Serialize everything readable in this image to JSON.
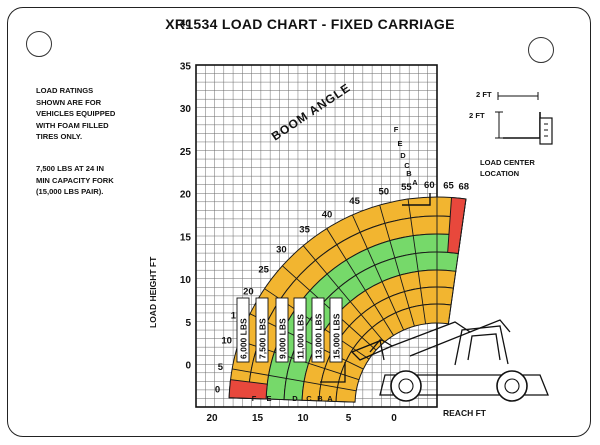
{
  "title": "XR1534  LOAD CHART - FIXED CARRIAGE",
  "notes": {
    "line1": "LOAD RATINGS",
    "line2": "SHOWN ARE FOR",
    "line3": "VEHICLES EQUIPPED",
    "line4": "WITH FOAM FILLED",
    "line5": "TIRES ONLY.",
    "line6": "7,500 LBS AT 24 IN",
    "line7": "MIN CAPACITY FORK",
    "line8": "(15,000 LBS PAIR)."
  },
  "axes": {
    "y_label": "LOAD HEIGHT  FT",
    "x_label": "REACH  FT",
    "y_ticks": [
      "0",
      "5",
      "10",
      "15",
      "20",
      "25",
      "30",
      "35",
      "40"
    ],
    "x_ticks": [
      "20",
      "15",
      "10",
      "5",
      "0"
    ]
  },
  "boom": {
    "label": "BOOM ANGLE",
    "angles": [
      "0",
      "5",
      "10",
      "15",
      "20",
      "25",
      "30",
      "35",
      "40",
      "45",
      "50",
      "55",
      "60",
      "65",
      "68"
    ]
  },
  "zones": {
    "capacities": [
      "6,000 LBS",
      "7,500 LBS",
      "9,000 LBS",
      "11,000 LBS",
      "13,000 LBS",
      "15,000 LBS"
    ],
    "letters": [
      "A",
      "B",
      "C",
      "D",
      "E",
      "F"
    ],
    "colors": {
      "yellow": "#f2b530",
      "green": "#76d96a",
      "red": "#e8483c",
      "outline": "#1a1a1a"
    }
  },
  "load_center": {
    "dim_horizontal": "2 FT",
    "dim_vertical": "2 FT",
    "label_line1": "LOAD CENTER",
    "label_line2": "LOCATION"
  }
}
